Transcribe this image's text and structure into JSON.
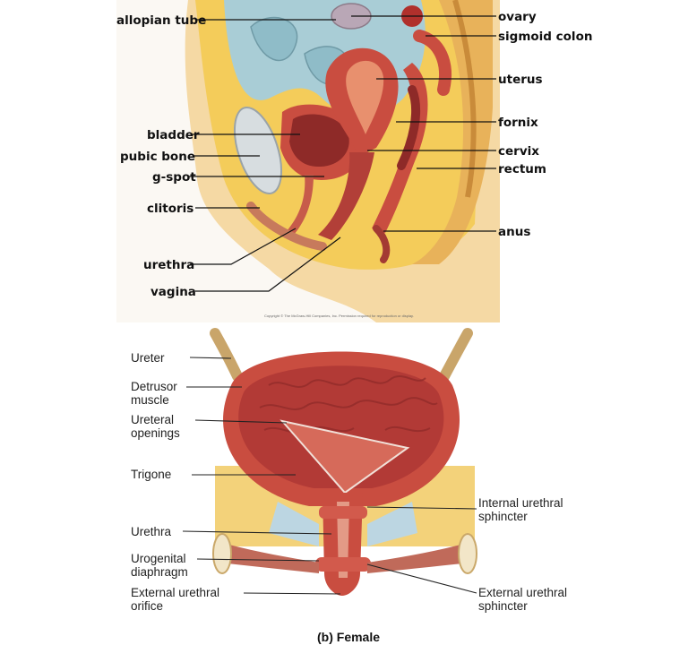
{
  "top_diagram": {
    "labels_left": [
      "allopian tube",
      "bladder",
      "pubic bone",
      "g-spot",
      "clitoris",
      "urethra",
      "vagina"
    ],
    "labels_right": [
      "ovary",
      "sigmoid colon",
      "uterus",
      "fornix",
      "cervix",
      "rectum",
      "anus"
    ],
    "copyright": "Copyright © The McGraw-Hill Companies, Inc. Permission required for reproduction or display."
  },
  "bottom_diagram": {
    "labels_left": [
      {
        "line1": "Ureter",
        "line2": ""
      },
      {
        "line1": "Detrusor",
        "line2": "muscle"
      },
      {
        "line1": "Ureteral",
        "line2": "openings"
      },
      {
        "line1": "Trigone",
        "line2": ""
      },
      {
        "line1": "Urethra",
        "line2": ""
      },
      {
        "line1": "Urogenital",
        "line2": "diaphragm"
      },
      {
        "line1": "External urethral",
        "line2": "orifice"
      }
    ],
    "labels_right": [
      {
        "line1": "Internal urethral",
        "line2": "sphincter"
      },
      {
        "line1": "External urethral",
        "line2": "sphincter"
      }
    ],
    "caption": "(b) Female"
  },
  "colors": {
    "skin": "#f5d9a4",
    "fat": "#f3c94e",
    "peritoneum": "#a9cdd6",
    "muscle": "#c94d40",
    "mucosa": "#a83a35"
  }
}
